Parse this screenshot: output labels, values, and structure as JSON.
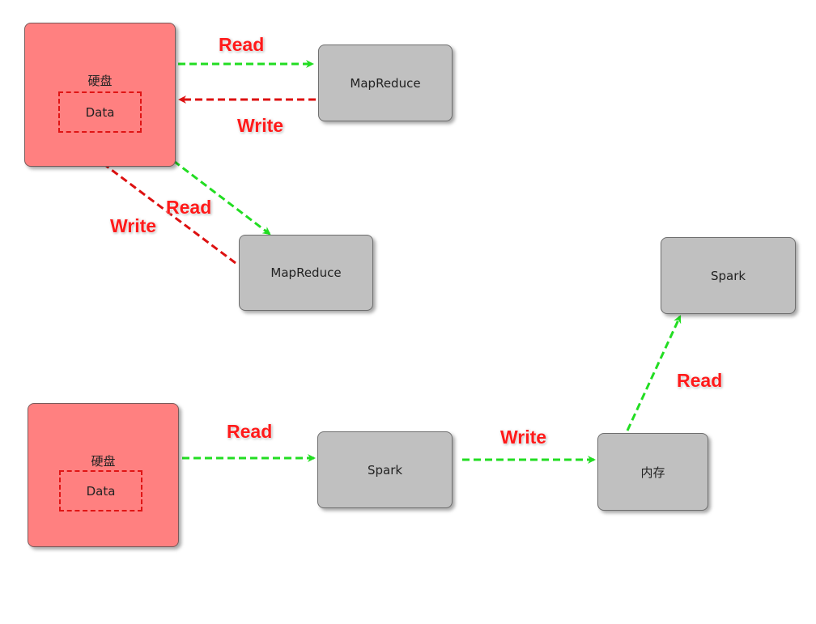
{
  "diagram": {
    "disk_label": "硬盘",
    "data_label": "Data",
    "mapreduce_label": "MapReduce",
    "spark_label": "Spark",
    "memory_label": "内存",
    "read_label": "Read",
    "write_label": "Write",
    "colors": {
      "disk_fill": "#ff8080",
      "process_fill": "#c0c0c0",
      "read_arrow": "#22dd22",
      "write_arrow": "#dd1111",
      "label_text": "#ff1a1a"
    }
  }
}
